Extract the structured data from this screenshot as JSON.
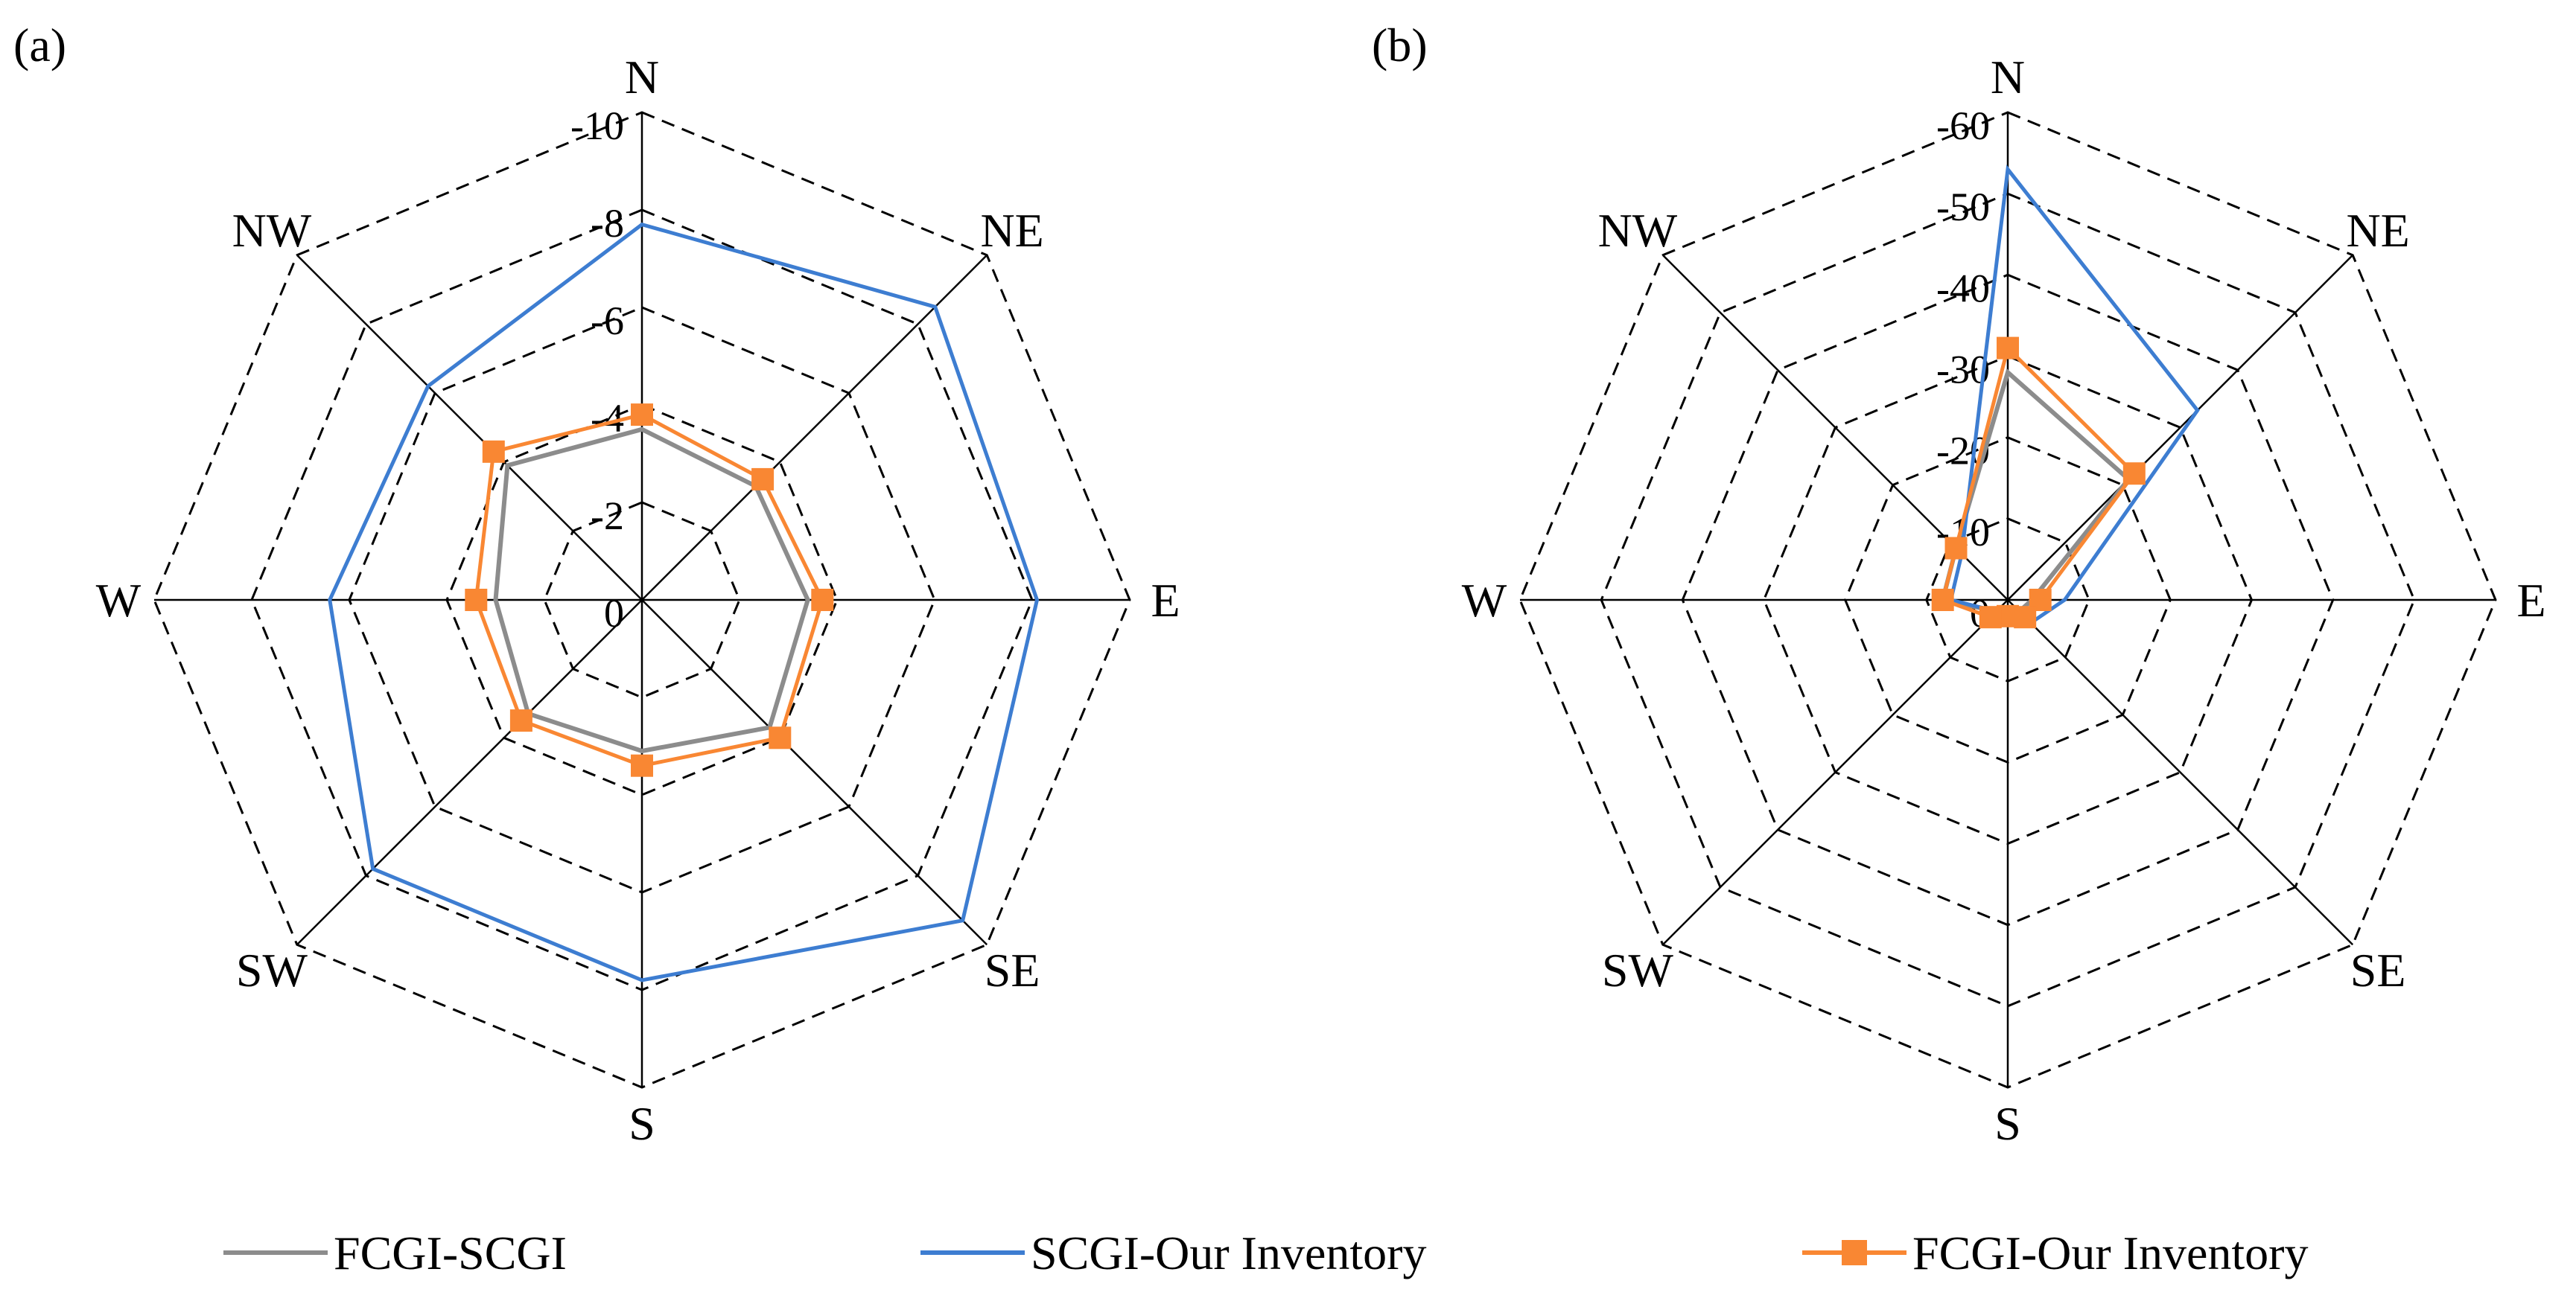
{
  "chart_data": [
    {
      "type": "radar",
      "panel_label": "(a)",
      "categories": [
        "N",
        "NE",
        "E",
        "SE",
        "S",
        "SW",
        "W",
        "NW"
      ],
      "axis": {
        "range": [
          0,
          -10
        ],
        "ticks": [
          0,
          -2,
          -4,
          -6,
          -8,
          -10
        ],
        "tick_labels": [
          "0",
          "-2",
          "-4",
          "-6",
          "-8",
          "-10"
        ],
        "grid": "dashed octagon"
      },
      "series": [
        {
          "name": "FCGI-SCGI",
          "values": [
            -3.5,
            -3.3,
            -3.4,
            -3.7,
            -3.1,
            -3.3,
            -3.0,
            -3.9
          ]
        },
        {
          "name": "SCGI-Our Inventory",
          "values": [
            -7.7,
            -8.5,
            -8.1,
            -9.3,
            -7.8,
            -7.8,
            -6.4,
            -6.2
          ]
        },
        {
          "name": "FCGI-Our Inventory",
          "values": [
            -3.8,
            -3.5,
            -3.7,
            -4.0,
            -3.4,
            -3.5,
            -3.4,
            -4.3
          ]
        }
      ]
    },
    {
      "type": "radar",
      "panel_label": "(b)",
      "categories": [
        "N",
        "NE",
        "E",
        "SE",
        "S",
        "SW",
        "W",
        "NW"
      ],
      "axis": {
        "range": [
          0,
          -60
        ],
        "ticks": [
          0,
          -10,
          -20,
          -30,
          -40,
          -50,
          -60
        ],
        "tick_labels": [
          "0",
          "-10",
          "-20",
          "-30",
          "-40",
          "-50",
          "-60"
        ],
        "grid": "dashed octagon"
      },
      "series": [
        {
          "name": "FCGI-SCGI",
          "values": [
            -28,
            -21,
            -3,
            -2,
            -2,
            -2,
            -8,
            -9
          ]
        },
        {
          "name": "SCGI-Our Inventory",
          "values": [
            -53,
            -33,
            -7,
            -4,
            -2,
            -2,
            -7,
            -8
          ]
        },
        {
          "name": "FCGI-Our Inventory",
          "values": [
            -31,
            -22,
            -4,
            -3,
            -2,
            -3,
            -8,
            -9
          ]
        }
      ]
    }
  ],
  "legend": {
    "placement": "bottom",
    "items": [
      {
        "label": "FCGI-SCGI",
        "color": "#8c8c8c",
        "marker": "none"
      },
      {
        "label": "SCGI-Our Inventory",
        "color": "#3d7dd1",
        "marker": "none"
      },
      {
        "label": "FCGI-Our Inventory",
        "color": "#f98733",
        "marker": "square"
      }
    ]
  },
  "colors": {
    "FCGI-SCGI": "#8c8c8c",
    "SCGI-Our Inventory": "#3d7dd1",
    "FCGI-Our Inventory": "#f98733",
    "grid": "#000000"
  }
}
